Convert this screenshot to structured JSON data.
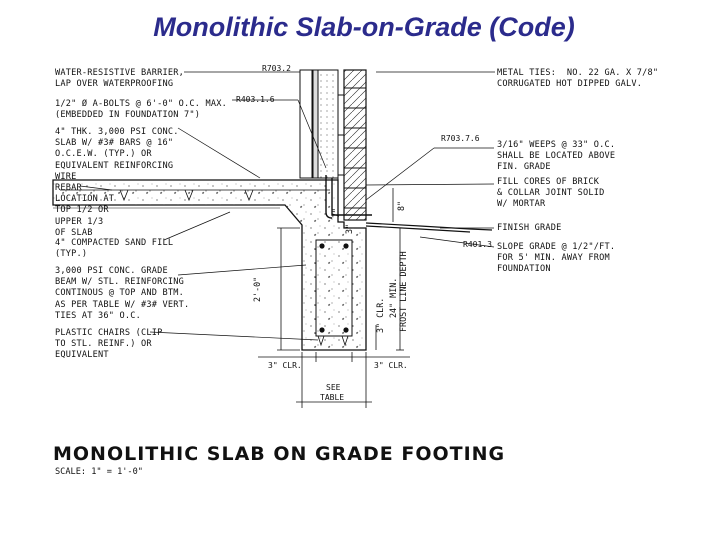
{
  "title": "Monolithic Slab-on-Grade (Code)",
  "caption": {
    "heading": "MONOLITHIC SLAB ON GRADE FOOTING",
    "scale": "SCALE: 1\" = 1'-0\""
  },
  "left_notes": {
    "n1": "WATER-RESISTIVE BARRIER,\nLAP OVER WATERPROOFING",
    "n2": "1/2\" Ø A-BOLTS @ 6'-0\" O.C. MAX.\n(EMBEDDED IN FOUNDATION 7\")",
    "n3": "4\" THK. 3,000 PSI CONC.\nSLAB W/ #3# BARS @ 16\"\nO.C.E.W. (TYP.) OR\nEQUIVALENT REINFORCING\nWIRE",
    "n4": "REBAR\nLOCATION AT\nTOP 1/2 OR\nUPPER 1/3\nOF SLAB",
    "n5": "4\" COMPACTED SAND FILL\n(TYP.)",
    "n6": "3,000 PSI CONC. GRADE\nBEAM W/ STL. REINFORCING\nCONTINOUS @ TOP AND BTM.\nAS PER TABLE W/ #3# VERT.\nTIES AT 36\" O.C.",
    "n7": "PLASTIC CHAIRS (CLIP\nTO STL. REINF.) OR\nEQUIVALENT"
  },
  "right_notes": {
    "n1": "METAL TIES:  NO. 22 GA. X 7/8\"\nCORRUGATED HOT DIPPED GALV.",
    "n2": "3/16\" WEEPS @ 33\" O.C.\nSHALL BE LOCATED ABOVE\nFIN. GRADE",
    "n3": "FILL CORES OF BRICK\n& COLLAR JOINT SOLID\nW/ MORTAR",
    "n4": "FINISH GRADE",
    "n5": "SLOPE GRADE @ 1/2\"/FT.\nFOR 5' MIN. AWAY FROM\nFOUNDATION"
  },
  "code_refs": {
    "r1": "R703.2",
    "r2": "R403.1.6",
    "r3": "R703.7.6",
    "r4": "R401.3"
  },
  "dimensions": {
    "clr_left": "3\" CLR.",
    "clr_right": "3\" CLR.",
    "see_table_1": "SEE",
    "see_table_2": "TABLE",
    "depth": "2'-0\"",
    "min_depth": "24\" MIN.",
    "frost_line": "FROST LINE DEPTH",
    "clr_vert": "3\" CLR.",
    "eight": "8\"",
    "three_a": "3\"",
    "seven": "7\""
  },
  "colors": {
    "title": "#2b2b8c",
    "ink": "#111111"
  }
}
